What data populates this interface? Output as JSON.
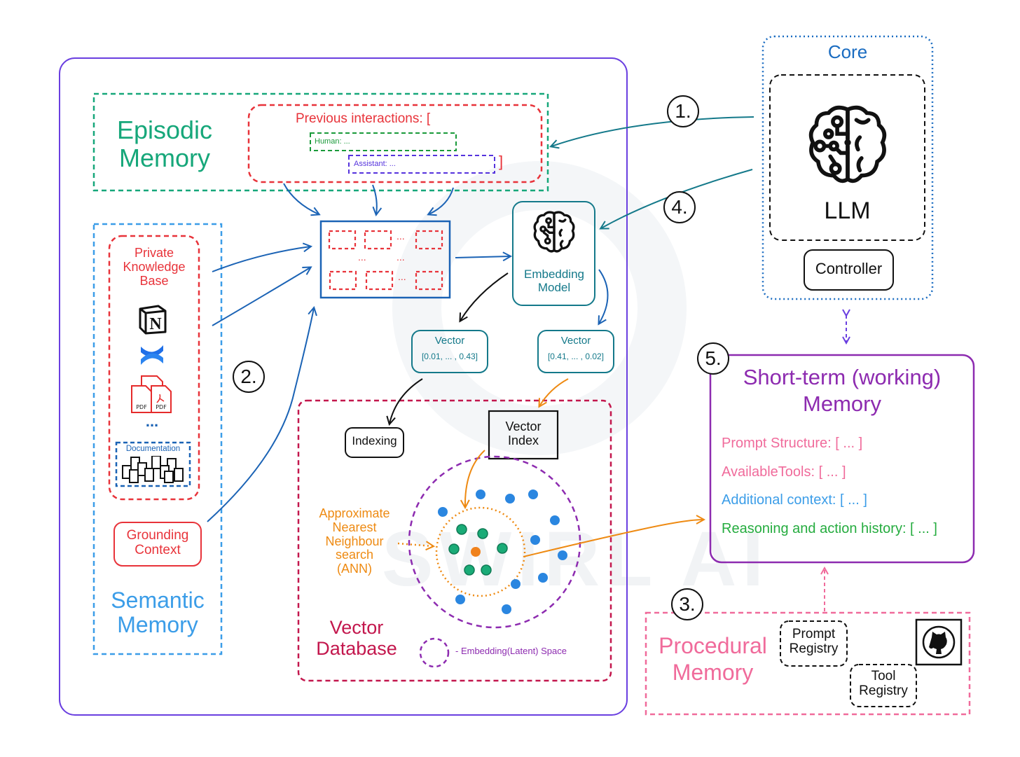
{
  "colors": {
    "outer_frame": "#6a3fe0",
    "episodic": "#16a77a",
    "red": "#e8333a",
    "semantic": "#3b9de8",
    "blue_arrow": "#1b63b5",
    "teal": "#14798a",
    "vector_db": "#c3174d",
    "orange": "#ee8a12",
    "purple": "#8d2bb0",
    "pink": "#f06b9b",
    "green": "#25ac3f",
    "core_blue": "#1a6cc1",
    "dot_blue": "#2a86e0",
    "dot_green": "#1aab77",
    "dot_orange": "#f0821c"
  },
  "episodic": {
    "title_line1": "Episodic",
    "title_line2": "Memory",
    "previous_interactions": "Previous interactions: [",
    "closing_bracket": "]",
    "human": "Human: ...",
    "assistant": "Assistant: ..."
  },
  "semantic": {
    "title_line1": "Semantic",
    "title_line2": "Memory",
    "kb_line1": "Private",
    "kb_line2": "Knowledge",
    "kb_line3": "Base",
    "ellipsis": "...",
    "documentation": "Documentation",
    "grounding_line1": "Grounding",
    "grounding_line2": "Context",
    "sources": [
      "notion-icon",
      "confluence-icon",
      "pdf-icon"
    ]
  },
  "chunks": {
    "ellipsis": "..."
  },
  "embedding": {
    "line1": "Embedding",
    "line2": "Model"
  },
  "vectors": [
    {
      "label": "Vector",
      "value": "[0.01, ... , 0.43]"
    },
    {
      "label": "Vector",
      "value": "[0.41, ... , 0.02]"
    }
  ],
  "vector_db": {
    "indexing": "Indexing",
    "vector_index_line1": "Vector",
    "vector_index_line2": "Index",
    "ann_lines": [
      "Approximate",
      "Nearest",
      "Neighbour",
      "search",
      "(ANN)"
    ],
    "title_line1": "Vector",
    "title_line2": "Database",
    "legend": "- Embedding(Latent) Space"
  },
  "core": {
    "title": "Core",
    "llm": "LLM",
    "controller": "Controller"
  },
  "short_term": {
    "title_line1": "Short-term (working)",
    "title_line2": "Memory",
    "items": [
      {
        "label": "Prompt Structure: [ ... ]",
        "color": "#f06b9b"
      },
      {
        "label": "AvailableTools: [ ... ]",
        "color": "#f06b9b"
      },
      {
        "label": "Additional context: [ ... ]",
        "color": "#3b9de8"
      },
      {
        "label": "Reasoning and action history: [ ... ]",
        "color": "#25ac3f"
      }
    ]
  },
  "procedural": {
    "title_line1": "Procedural",
    "title_line2": "Memory",
    "prompt_registry_line1": "Prompt",
    "prompt_registry_line2": "Registry",
    "tool_registry_line1": "Tool",
    "tool_registry_line2": "Registry"
  },
  "steps": [
    "1.",
    "2.",
    "3.",
    "4.",
    "5."
  ],
  "watermark": "SWIRL AI"
}
